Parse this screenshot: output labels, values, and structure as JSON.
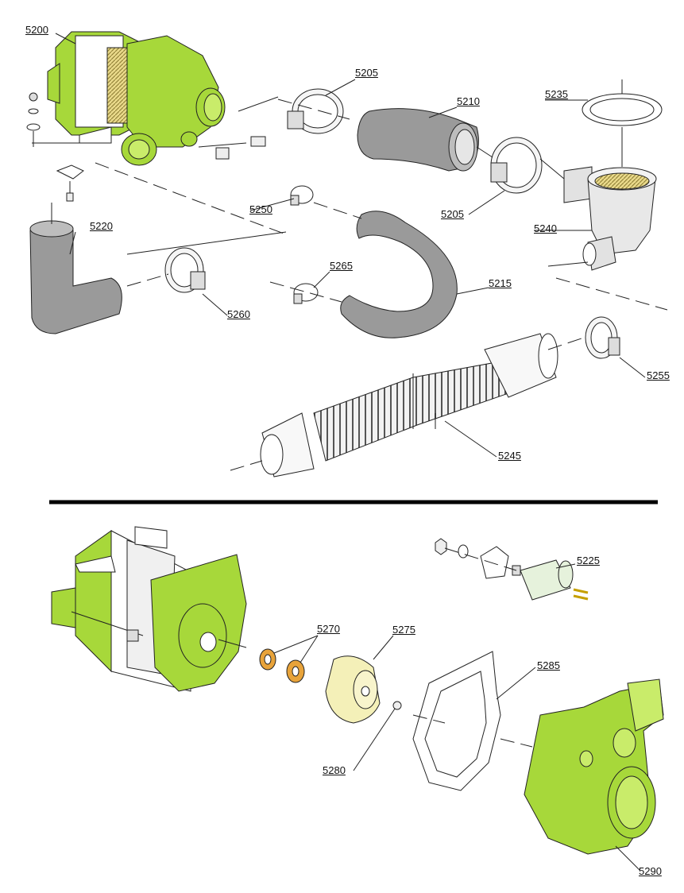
{
  "colors": {
    "accent_green": "#a7d83a",
    "hose_gray": "#9a9a9a",
    "impeller_cream": "#f4f0b8",
    "bearing_orange": "#e8a33a",
    "capacitor_light": "#e6f2dc",
    "line": "#222222"
  },
  "labels": {
    "p5200": "5200",
    "p5205a": "5205",
    "p5205b": "5205",
    "p5210": "5210",
    "p5215": "5215",
    "p5220": "5220",
    "p5225": "5225",
    "p5235": "5235",
    "p5240": "5240",
    "p5245": "5245",
    "p5250": "5250",
    "p5255": "5255",
    "p5260": "5260",
    "p5265": "5265",
    "p5270": "5270",
    "p5275": "5275",
    "p5280": "5280",
    "p5285": "5285",
    "p5290": "5290"
  }
}
